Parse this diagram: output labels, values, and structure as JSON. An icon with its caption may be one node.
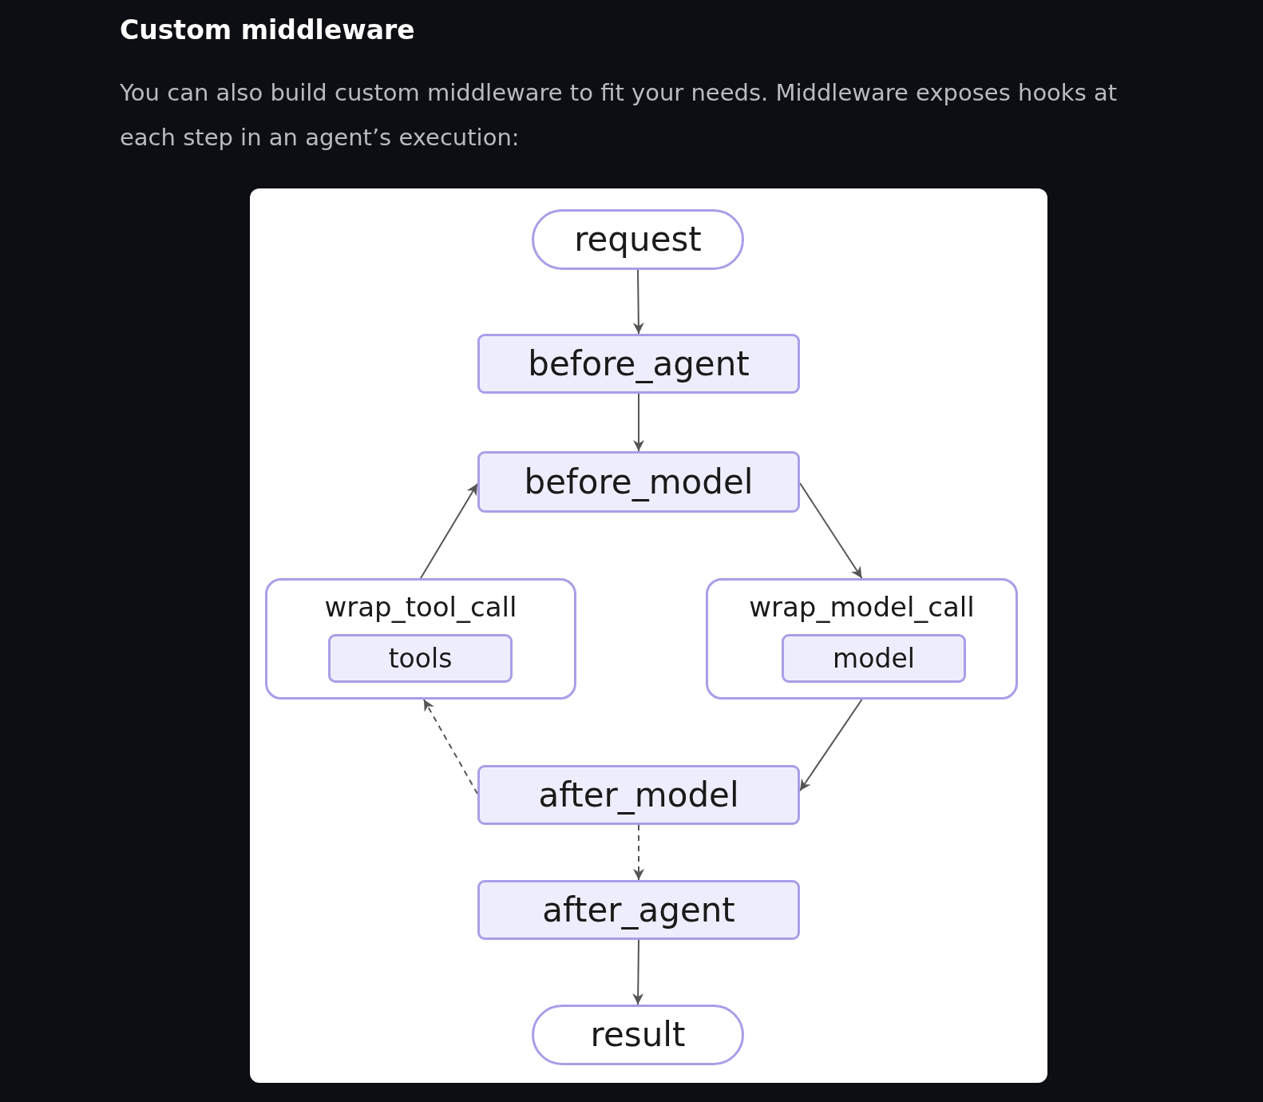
{
  "diagram": {
    "title": "Custom middleware",
    "nodes": [
      {
        "text": [
          "request"
        ]
      },
      {
        "text": [
          "before_agent"
        ]
      },
      {
        "text": [
          "before_model"
        ]
      },
      {
        "text": [
          "wrap_tool_call"
        ]
      },
      {
        "text": [
          "tools"
        ],
        "in": 3
      },
      {
        "text": [
          "wrap_model_call"
        ]
      },
      {
        "text": [
          "model"
        ],
        "in": 5
      },
      {
        "text": [
          "after_model"
        ]
      },
      {
        "text": [
          "after_agent"
        ]
      },
      {
        "text": [
          "result"
        ]
      }
    ],
    "edges": [
      {
        "from": 0,
        "to": 1,
        "arrow": "to"
      },
      {
        "from": 1,
        "to": 2,
        "arrow": "to"
      },
      {
        "from": 2,
        "to": 5,
        "arrow": "to"
      },
      {
        "from": 5,
        "to": 7,
        "arrow": "to"
      },
      {
        "from": 7,
        "to": 3,
        "arrow": "to",
        "style": "dashed"
      },
      {
        "from": 3,
        "to": 2,
        "arrow": "to"
      },
      {
        "from": 7,
        "to": 8,
        "arrow": "to",
        "style": "dashed"
      },
      {
        "from": 8,
        "to": 9,
        "arrow": "to"
      }
    ],
    "labels": [
      "You can also build custom middleware to fit your needs. Middleware exposes hooks at each step in an agent’s execution:"
    ]
  }
}
